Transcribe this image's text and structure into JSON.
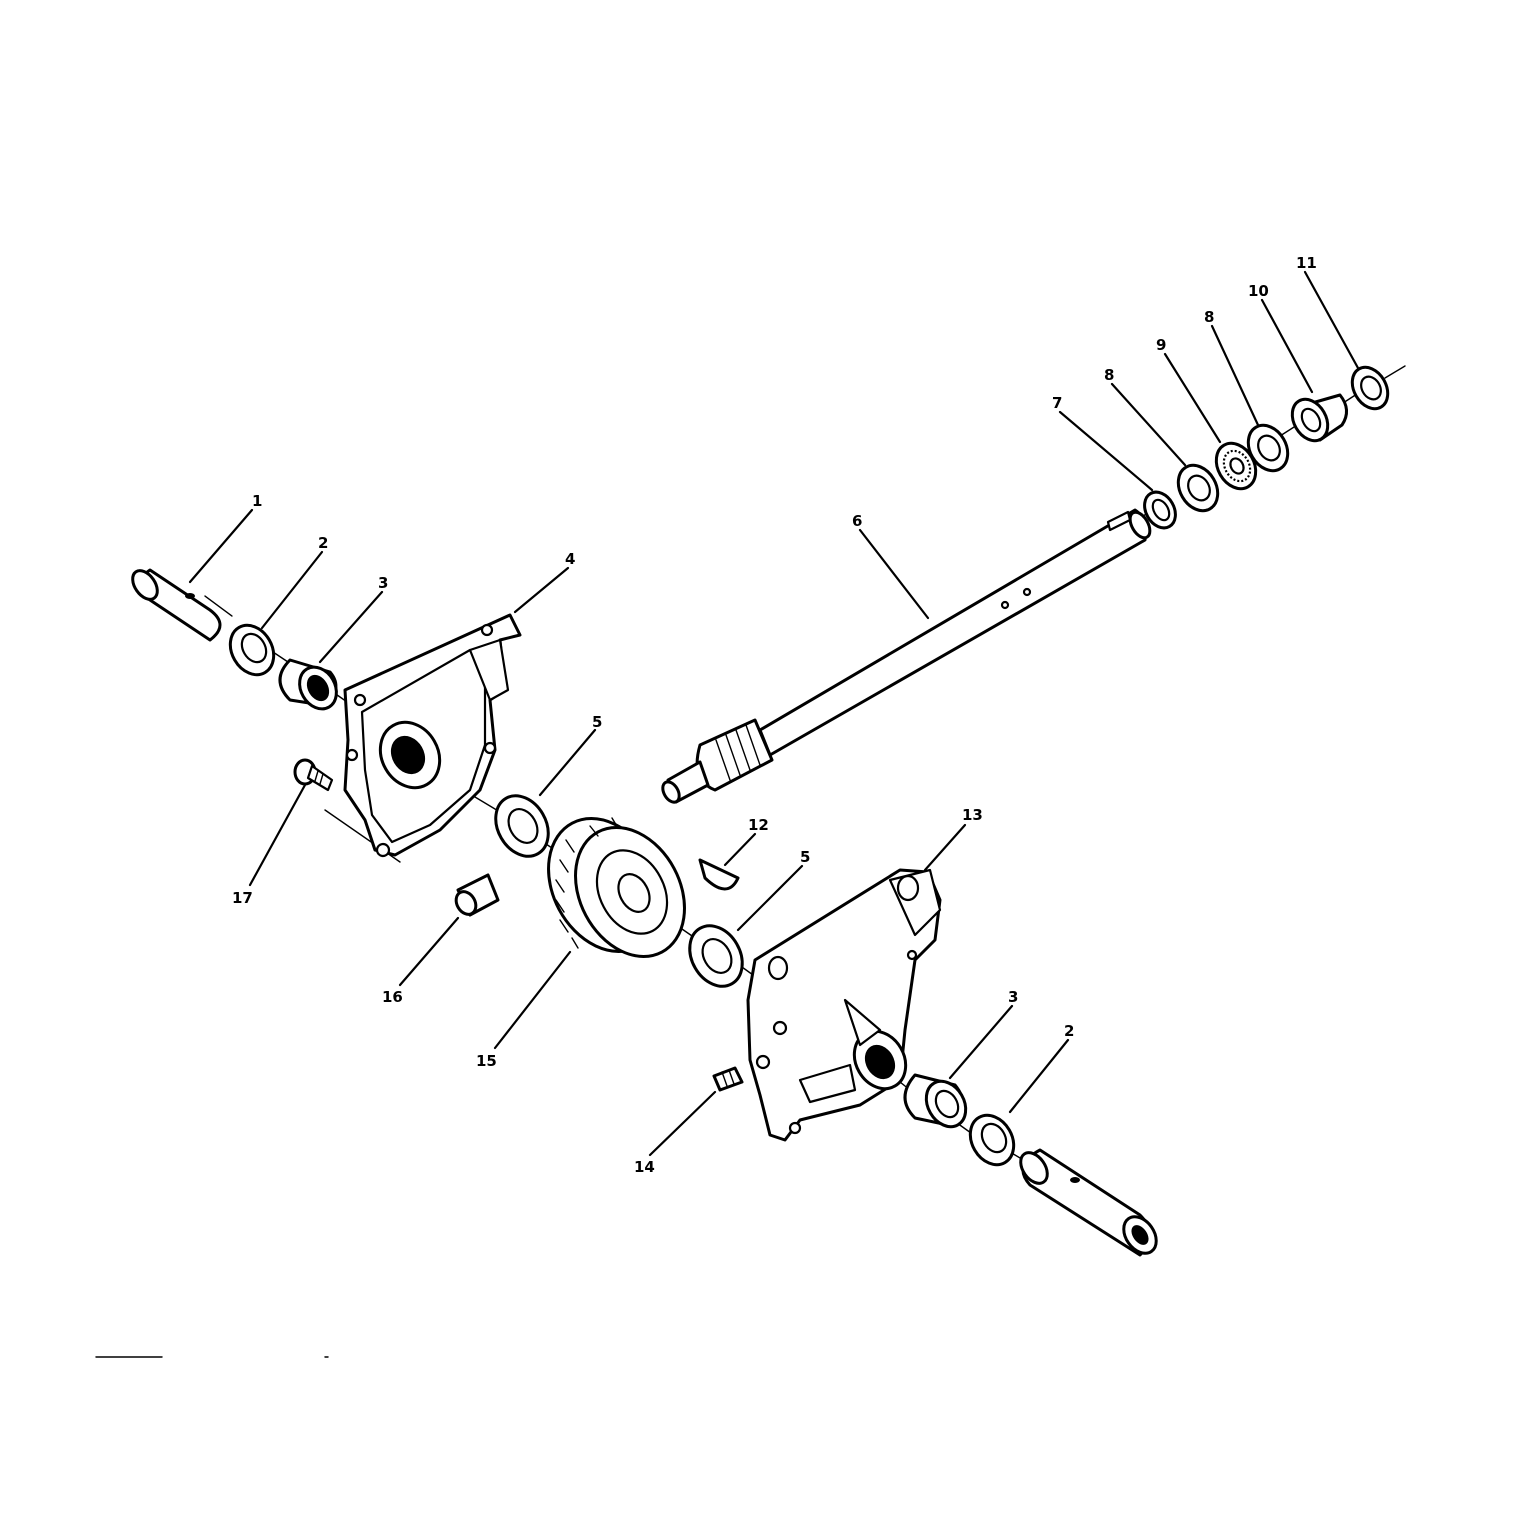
{
  "diagram": {
    "callouts": [
      {
        "id": "c1",
        "label": "1"
      },
      {
        "id": "c2a",
        "label": "2"
      },
      {
        "id": "c3a",
        "label": "3"
      },
      {
        "id": "c4",
        "label": "4"
      },
      {
        "id": "c5a",
        "label": "5"
      },
      {
        "id": "c6",
        "label": "6"
      },
      {
        "id": "c7",
        "label": "7"
      },
      {
        "id": "c8a",
        "label": "8"
      },
      {
        "id": "c9",
        "label": "9"
      },
      {
        "id": "c8b",
        "label": "8"
      },
      {
        "id": "c10",
        "label": "10"
      },
      {
        "id": "c11",
        "label": "11"
      },
      {
        "id": "c12",
        "label": "12"
      },
      {
        "id": "c13",
        "label": "13"
      },
      {
        "id": "c5b",
        "label": "5"
      },
      {
        "id": "c3b",
        "label": "3"
      },
      {
        "id": "c2b",
        "label": "2"
      },
      {
        "id": "c14",
        "label": "14"
      },
      {
        "id": "c15",
        "label": "15"
      },
      {
        "id": "c16",
        "label": "16"
      },
      {
        "id": "c17",
        "label": "17"
      }
    ]
  }
}
